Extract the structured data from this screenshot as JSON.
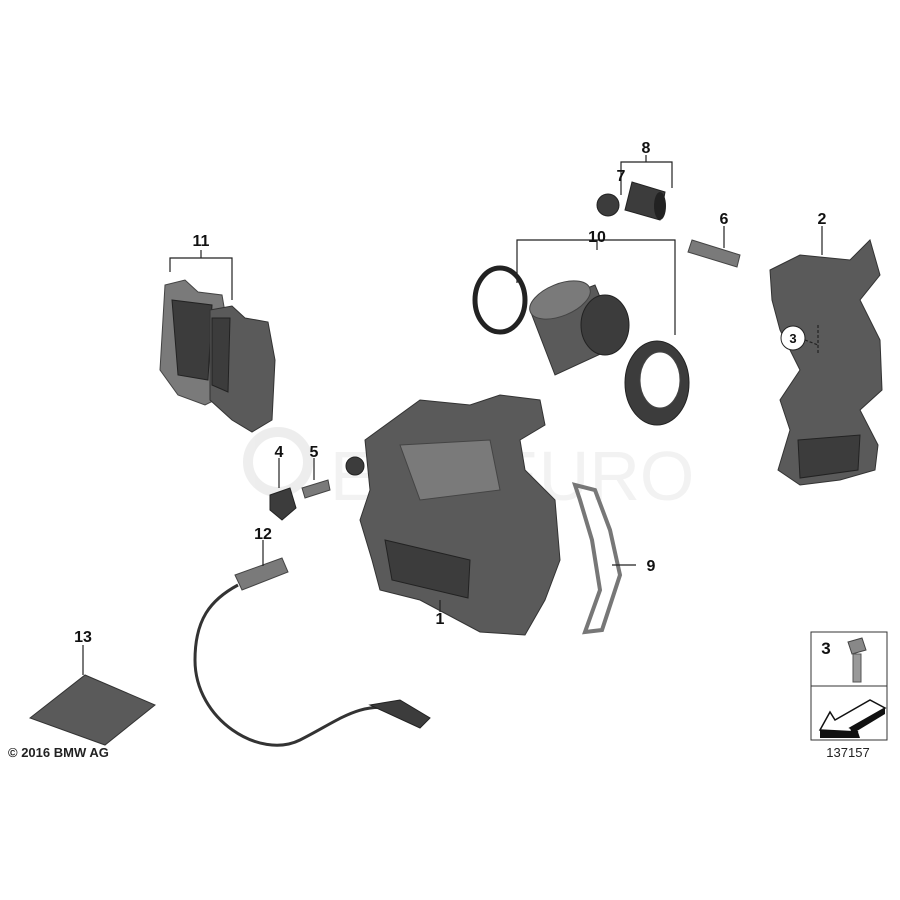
{
  "labels": {
    "p1": "1",
    "p2": "2",
    "p3": "3",
    "p4": "4",
    "p5": "5",
    "p6": "6",
    "p7": "7",
    "p8": "8",
    "p9": "9",
    "p10": "10",
    "p11": "11",
    "p12": "12",
    "p13": "13"
  },
  "legend_box": {
    "part_number": "3"
  },
  "copyright": "© 2016 BMW AG",
  "diagram_id": "137157",
  "watermark": "ECP EURO",
  "colors": {
    "part": "#5a5a5a",
    "dark": "#3c3c3c",
    "light": "#7a7a7a"
  }
}
